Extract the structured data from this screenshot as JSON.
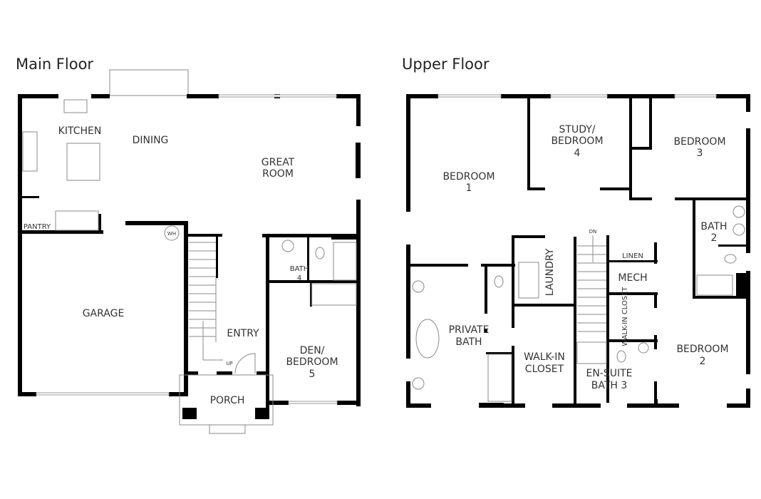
{
  "main_floor": {
    "title": "Main Floor",
    "rooms": {
      "kitchen": "KITCHEN",
      "dining": "DINING",
      "great_room_1": "GREAT",
      "great_room_2": "ROOM",
      "pantry": "PANTRY",
      "wh": "WH",
      "garage": "GARAGE",
      "entry": "ENTRY",
      "up": "UP",
      "bath_1": "BATH",
      "bath_2": "4",
      "den_1": "DEN/",
      "den_2": "BEDROOM",
      "den_3": "5",
      "porch": "PORCH"
    }
  },
  "upper_floor": {
    "title": "Upper Floor",
    "rooms": {
      "bedroom1_1": "BEDROOM",
      "bedroom1_2": "1",
      "study_1": "STUDY/",
      "study_2": "BEDROOM",
      "study_3": "4",
      "bedroom3_1": "BEDROOM",
      "bedroom3_2": "3",
      "bath2_1": "BATH",
      "bath2_2": "2",
      "linen": "LINEN",
      "mech": "MECH",
      "laundry": "LAUNDRY",
      "dn": "DN",
      "private_bath_1": "PRIVATE",
      "private_bath_2": "BATH",
      "walkin_1": "WALK-IN",
      "walkin_2": "CLOSET",
      "walkin_small": "WALK-IN CLOSET",
      "ensuite_1": "EN-SUITE",
      "ensuite_2": "BATH 3",
      "bedroom2_1": "BEDROOM",
      "bedroom2_2": "2"
    }
  }
}
